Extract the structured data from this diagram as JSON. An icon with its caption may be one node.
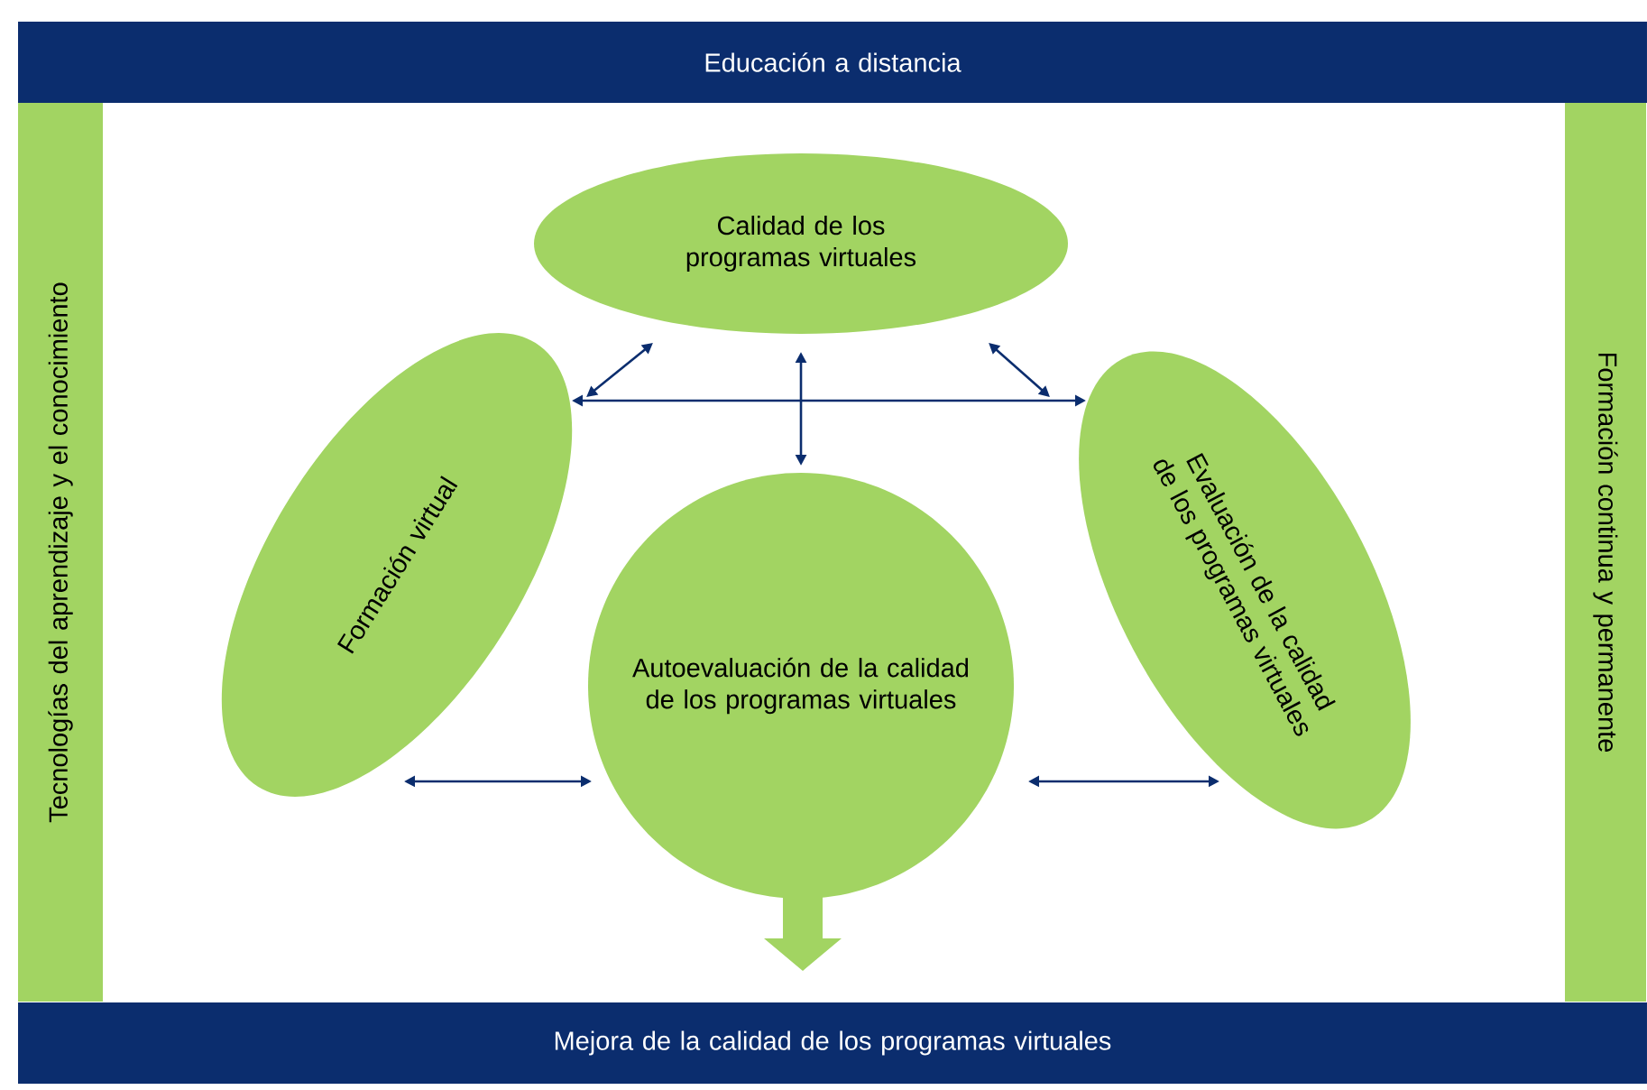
{
  "diagram": {
    "nodes": [
      {
        "text": [
          "Educación a distancia"
        ]
      },
      {
        "text": [
          "Tecnologías del aprendizaje y el conocimiento"
        ]
      },
      {
        "text": [
          "Calidad de los programas virtuales"
        ]
      },
      {
        "text": [
          "Formación virtual"
        ]
      },
      {
        "text": [
          "Autoevaluación de la calidad de los programas virtuales"
        ]
      },
      {
        "text": [
          "Evaluación de la calidad de los programas virtuales"
        ]
      },
      {
        "text": [
          "Formación continua y permanente"
        ]
      },
      {
        "text": [
          "Mejora de la calidad de los programas virtuales"
        ]
      }
    ],
    "edges": [
      {
        "from": 2,
        "to": 3,
        "arrow": "both"
      },
      {
        "from": 3,
        "to": 5,
        "arrow": "both"
      },
      {
        "from": 2,
        "to": 4,
        "arrow": "both"
      },
      {
        "from": 2,
        "to": 5,
        "arrow": "both"
      },
      {
        "from": 3,
        "to": 4,
        "arrow": "both"
      },
      {
        "from": 4,
        "to": 5,
        "arrow": "both"
      },
      {
        "from": 4,
        "to": 7,
        "arrow": "to",
        "style": "thick",
        "color": "#a2d462"
      }
    ]
  }
}
